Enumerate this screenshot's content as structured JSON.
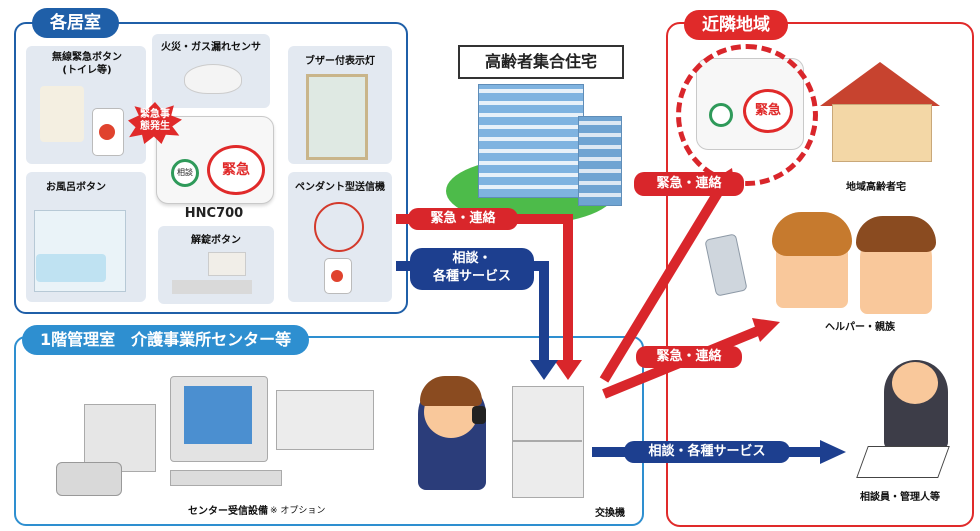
{
  "sections": {
    "room": {
      "title": "各居室"
    },
    "region": {
      "title": "近隣地域"
    },
    "management": {
      "title": "1階管理室　介護事業所センター等"
    }
  },
  "room_items": {
    "wireless_button": "無線緊急ボタン\n(トイレ等)",
    "fire_gas_sensor": "火災・ガス漏れセンサ",
    "buzzer_lamp": "ブザー付表示灯",
    "bath_button": "お風呂ボタン",
    "unlock_button": "解錠ボタン",
    "pendant_transmitter": "ペンダント型送信機",
    "device_model": "HNC700",
    "emergency_badge": "緊急事\n態発生",
    "device_button_emergency": "緊急",
    "device_button_consult": "相談"
  },
  "building": {
    "label": "高齢者集合住宅"
  },
  "region_items": {
    "elderly_home": "地域高齢者宅",
    "helper_family": "ヘルパー・親族",
    "consultant": "相談員・管理人等",
    "device_button_emergency": "緊急"
  },
  "management_items": {
    "center_equipment": "センター受信設備",
    "option_note": "※ オプション",
    "exchange": "交換機"
  },
  "arrows": {
    "emergency_from_room": "緊急・連絡",
    "service_from_room": "相談・\n各種サービス",
    "emergency_to_region_home": "緊急・連絡",
    "emergency_to_helper": "緊急・連絡",
    "service_to_consultant": "相談・各種サービス"
  },
  "colors": {
    "room_accent": "#1f5fa8",
    "region_accent": "#e02a2a",
    "management_accent": "#2e8fd0",
    "emergency_arrow": "#d9262b",
    "service_arrow": "#1d3f8f"
  }
}
